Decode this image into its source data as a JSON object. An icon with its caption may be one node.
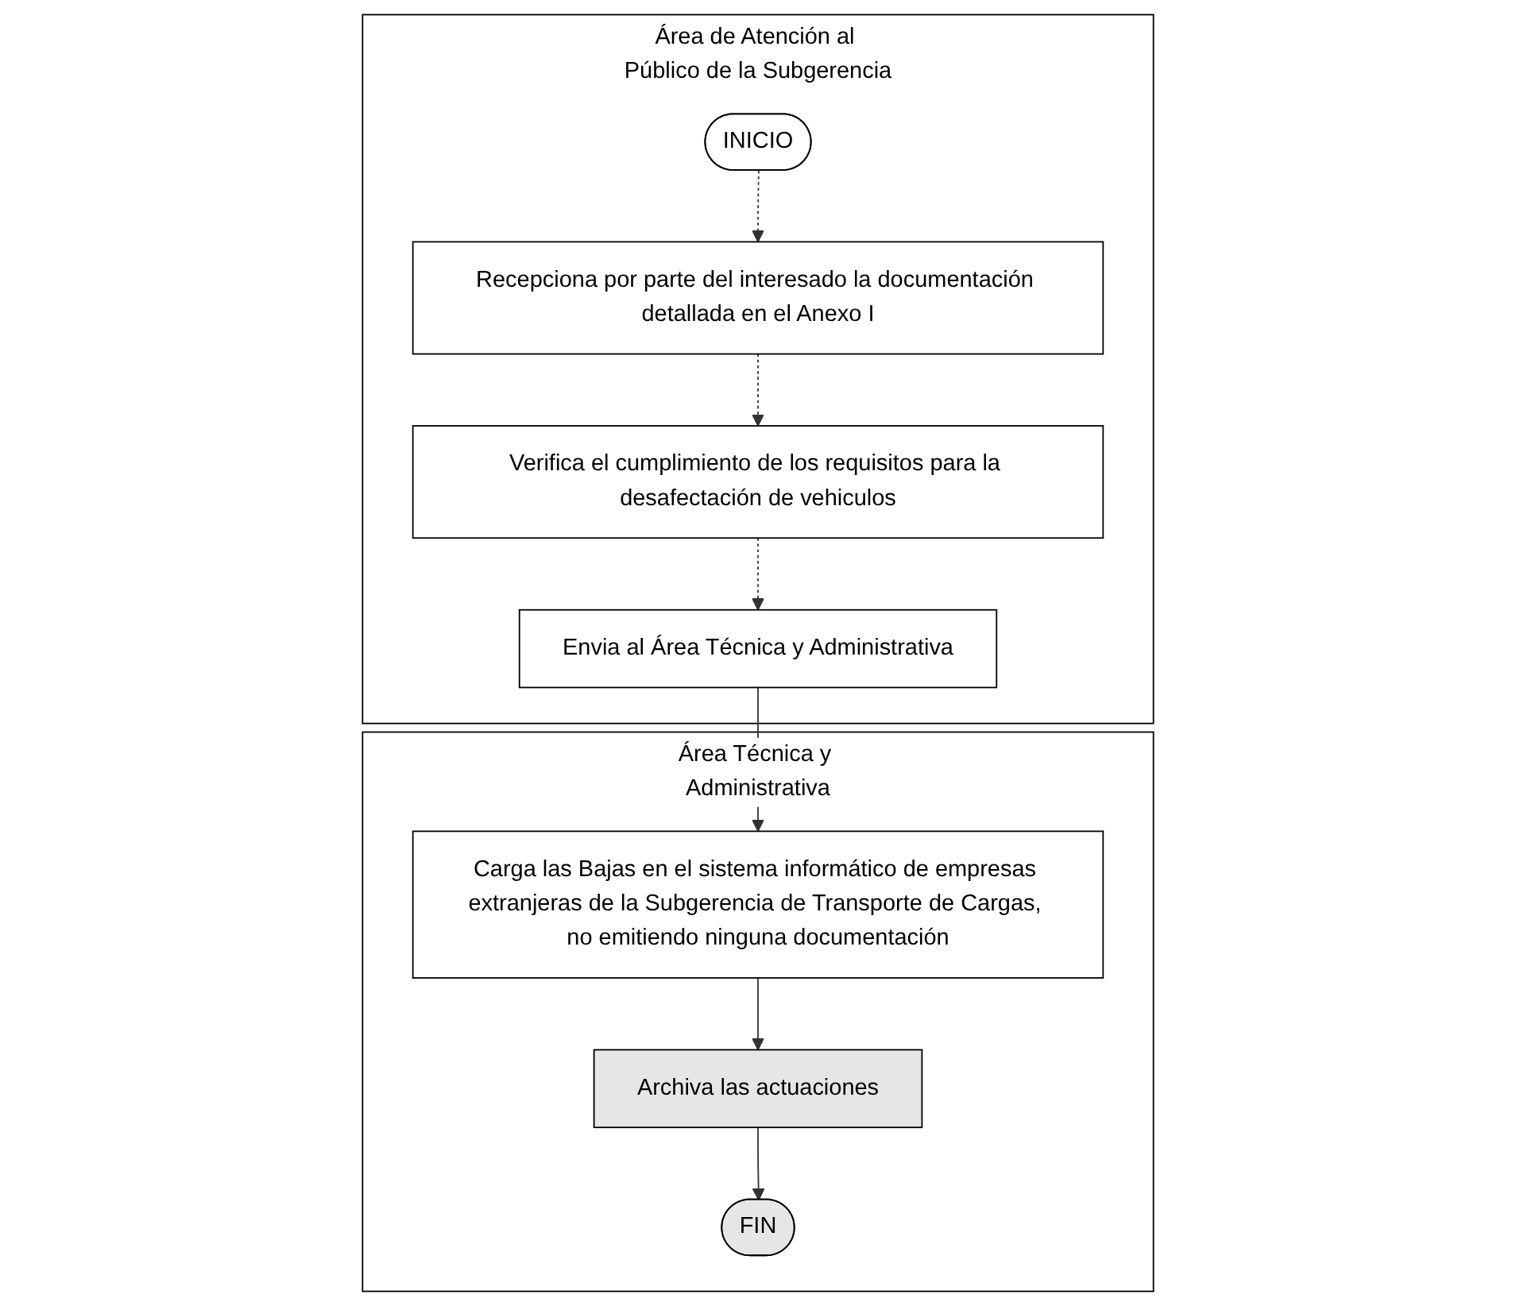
{
  "diagram": {
    "nodes": [
      {
        "text": [
          "Área de Atención al Público de la Subgerencia"
        ]
      },
      {
        "text": [
          "INICIO"
        ],
        "in": 0
      },
      {
        "text": [
          "Recepciona por parte del interesado la documentación detallada en el Anexo I"
        ],
        "in": 0
      },
      {
        "text": [
          "Verifica el cumplimiento de los requisitos para la desafectación de vehiculos"
        ],
        "in": 0
      },
      {
        "text": [
          "Envia al Área Técnica y Administrativa"
        ],
        "in": 0
      },
      {
        "text": [
          "Área Técnica y Administrativa"
        ]
      },
      {
        "text": [
          "Carga las Bajas en el sistema informático de empresas extranjeras de la Subgerencia de Transporte de Cargas, no emitiendo ninguna documentación"
        ],
        "in": 5
      },
      {
        "text": [
          "Archiva las actuaciones"
        ],
        "in": 5
      },
      {
        "text": [
          "FIN"
        ],
        "in": 5
      }
    ],
    "edges": [
      {
        "from": 1,
        "to": 2,
        "arrow": "to",
        "style": "dashed"
      },
      {
        "from": 2,
        "to": 3,
        "arrow": "to",
        "style": "dashed"
      },
      {
        "from": 3,
        "to": 4,
        "arrow": "to",
        "style": "dashed"
      },
      {
        "from": 4,
        "to": 6,
        "arrow": "to"
      },
      {
        "from": 6,
        "to": 7,
        "arrow": "to"
      },
      {
        "from": 7,
        "to": 8,
        "arrow": "to"
      }
    ]
  }
}
